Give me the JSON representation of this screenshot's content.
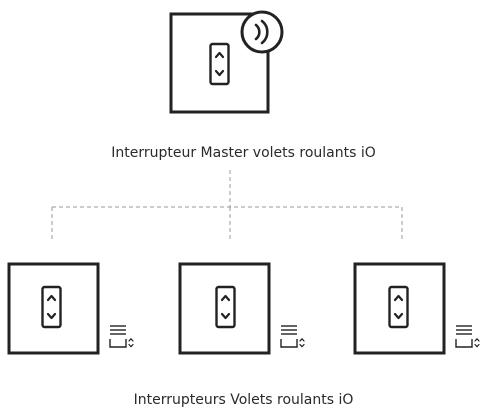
{
  "master": {
    "label": "Interrupteur Master volets roulants iO",
    "device_icon": "wall-switch-up-down-icon",
    "badge_icon": "wireless-signal-icon"
  },
  "slaves": {
    "label": "Interrupteurs Volets roulants iO",
    "count": 3,
    "device_icon": "wall-switch-up-down-icon",
    "side_icon": "roller-shutter-icon"
  },
  "colors": {
    "stroke": "#222222",
    "connector": "#999999",
    "text": "#2a2a2a",
    "background": "#ffffff"
  }
}
